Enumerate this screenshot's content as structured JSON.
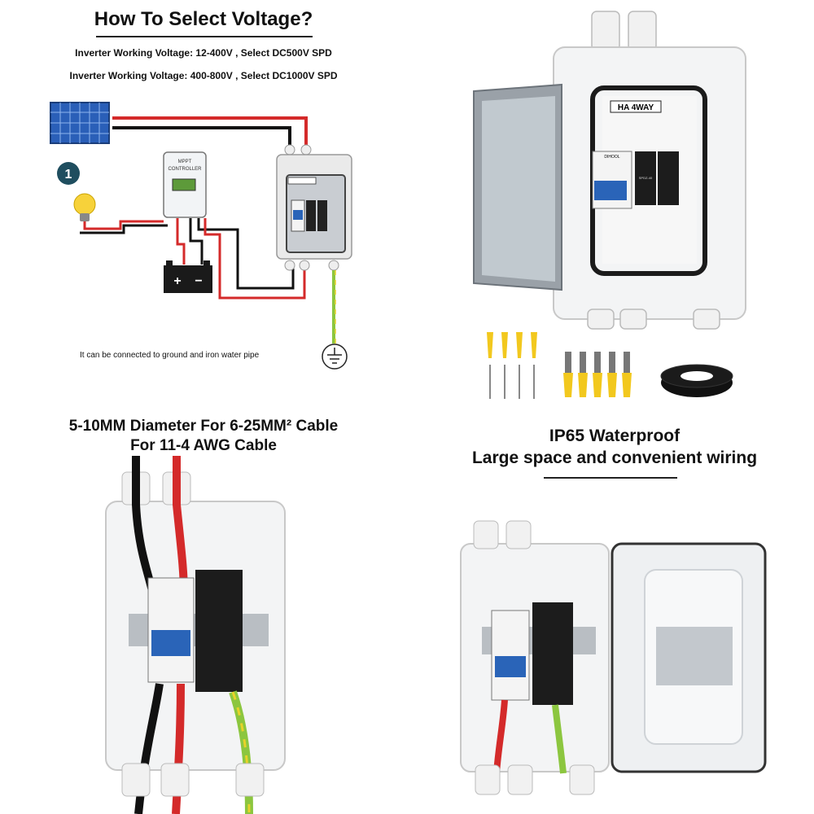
{
  "top_left": {
    "title": "How To Select Voltage?",
    "line1": "Inverter Working Voltage: 12-400V , Select DC500V SPD",
    "line2": "Inverter Working Voltage: 400-800V , Select DC1000V SPD",
    "step_number": "1",
    "controller_label_1": "MPPT",
    "controller_label_2": "CONTROLLER",
    "battery_plus": "+",
    "battery_minus": "−",
    "ground_note": "It can be connected to ground and iron water pipe"
  },
  "top_right": {
    "panel_label": "HA 4WAY",
    "breaker_brand": "DIHOOL",
    "spd_model": "SPDZ-40"
  },
  "bottom_left": {
    "title_line1": "5-10MM Diameter For 6-25MM² Cable",
    "title_line2": "For 11-4 AWG Cable"
  },
  "bottom_right": {
    "title_line1": "IP65 Waterproof",
    "title_line2": "Large space and convenient wiring"
  },
  "colors": {
    "wire_red": "#d42a2a",
    "wire_black": "#111111",
    "wire_ground": "#8cc63f",
    "breaker_blue": "#2a64b8",
    "solar_blue": "#2a5fb8",
    "badge_dark": "#1f4e5f",
    "bulb_yellow": "#f7d23a",
    "anchor_yellow": "#f2c81e"
  }
}
